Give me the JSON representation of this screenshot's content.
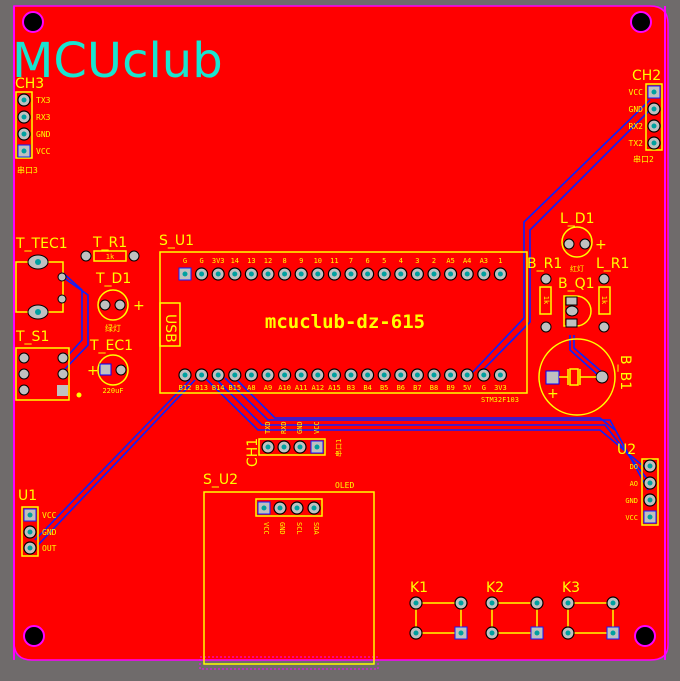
{
  "logo": "MCUclub",
  "board_title": "mcuclub-dz-615",
  "colors": {
    "board": "#ff0000",
    "silk": "#ffff00",
    "trace": "#0a22ff",
    "outline": "#ff00ff",
    "logo": "#19e5d0",
    "background": "#6f6b6b"
  },
  "ch3": {
    "ref": "CH3",
    "pins": [
      "TX3",
      "RX3",
      "GND",
      "VCC"
    ],
    "caption": "串口3"
  },
  "ch2": {
    "ref": "CH2",
    "pins": [
      "VCC",
      "GND",
      "RX2",
      "TX2"
    ],
    "caption": "串口2"
  },
  "ch1": {
    "ref": "CH1",
    "pins": [
      "TXD",
      "RXD",
      "GND",
      "VCC"
    ],
    "caption": "串口1"
  },
  "s_u1": {
    "ref": "S_U1",
    "usb": "USB",
    "top_pins": [
      "G",
      "G",
      "3V3",
      "14",
      "13",
      "12",
      "8",
      "9",
      "10",
      "11",
      "7",
      "6",
      "5",
      "4",
      "3",
      "2",
      "A5",
      "A4",
      "A3",
      "1"
    ],
    "bottom_pins": [
      "B12",
      "B13",
      "B14",
      "B15",
      "A8",
      "A9",
      "A10",
      "A11",
      "A12",
      "A15",
      "B3",
      "B4",
      "B5",
      "B6",
      "B7",
      "B8",
      "B9",
      "5V",
      "G",
      "3V3"
    ],
    "chip": "STM32F103"
  },
  "t_tec1": {
    "ref": "T_TEC1"
  },
  "t_r1": {
    "ref": "T_R1",
    "value": "1k"
  },
  "t_d1": {
    "ref": "T_D1",
    "value": "绿灯"
  },
  "t_ec1": {
    "ref": "T_EC1",
    "value": "220uF"
  },
  "t_s1": {
    "ref": "T_S1"
  },
  "l_d1": {
    "ref": "L_D1",
    "value": "红灯"
  },
  "b_r1": {
    "ref": "B_R1",
    "value": "1k"
  },
  "l_r1": {
    "ref": "L_R1",
    "value": "1k"
  },
  "b_q1": {
    "ref": "B_Q1"
  },
  "b_b1": {
    "ref": "B_B1"
  },
  "u1": {
    "ref": "U1",
    "pins": [
      "VCC",
      "GND",
      "OUT"
    ]
  },
  "u2": {
    "ref": "U2",
    "pins": [
      "DO",
      "AO",
      "GND",
      "VCC"
    ]
  },
  "s_u2": {
    "ref": "S_U2",
    "name": "OLED",
    "pins": [
      "VCC",
      "GND",
      "SCL",
      "SDA"
    ]
  },
  "keys": [
    {
      "ref": "K1"
    },
    {
      "ref": "K2"
    },
    {
      "ref": "K3"
    }
  ]
}
